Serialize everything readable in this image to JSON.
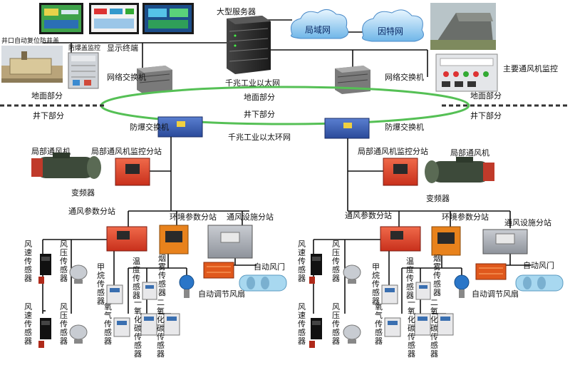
{
  "labels": {
    "display_terminal": "显示终端",
    "wellhead_cover": "井口自动复位防井盖",
    "explosion_cover_monitor": "防爆盖监控",
    "large_server": "大型服务器",
    "lan": "局域网",
    "internet": "因特网",
    "network_switch": "网络交换机",
    "gigabit_ethernet": "千兆工业以太网",
    "main_fan_monitor": "主要通风机监控",
    "ground_part": "地面部分",
    "underground_part": "井下部分",
    "explosion_switch": "防爆交换机",
    "gigabit_ring": "千兆工业以太环网",
    "local_fan": "局部通风机",
    "local_fan_substation": "局部通风机监控分站",
    "inverter": "变频器",
    "vent_param_substation": "通风参数分站",
    "env_param_substation": "环境参数分站",
    "vent_facility_substation": "通风设施分站",
    "auto_door": "自动风门",
    "auto_damper": "自动调节风扇",
    "wind_speed_sensor": "风速传感器",
    "wind_pressure_sensor": "风压传感器",
    "methane_sensor": "甲烷传感器",
    "temperature_sensor": "温度传感器",
    "smoke_sensor": "烟雾传感器",
    "oxygen_sensor": "氧气传感器",
    "co_sensor": "一氧化碳传感器",
    "co_sensor_right": "一氧化碳传感器",
    "co2_sensor": "二氧化碳传感器"
  }
}
